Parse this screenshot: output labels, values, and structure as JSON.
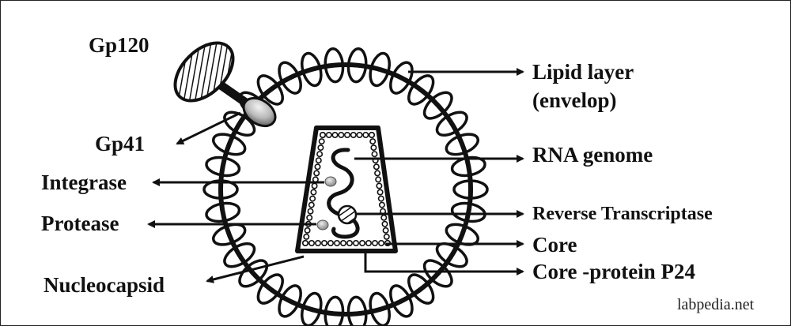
{
  "diagram": {
    "labels": {
      "gp120": "Gp120",
      "gp41": "Gp41",
      "integrase": "Integrase",
      "protease": "Protease",
      "nucleocapsid": "Nucleocapsid",
      "lipid_layer": "Lipid layer",
      "envelop": "(envelop)",
      "rna_genome": "RNA genome",
      "reverse_transcriptase": "Reverse Transcriptase",
      "core": "Core",
      "core_protein": "Core -protein P24"
    },
    "watermark": "labpedia.net"
  },
  "colors": {
    "ink": "#111111",
    "background": "#ffffff",
    "knob": "#bbbbbb"
  }
}
